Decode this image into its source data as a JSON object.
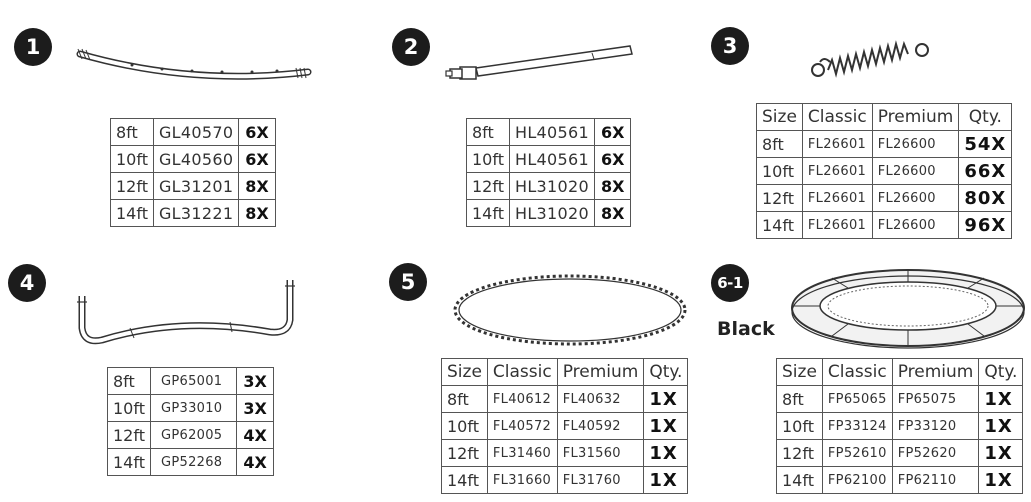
{
  "parts": [
    {
      "badge": "1",
      "rows": [
        {
          "size": "8ft",
          "code": "GL40570",
          "qty": "6X"
        },
        {
          "size": "10ft",
          "code": "GL40560",
          "qty": "6X"
        },
        {
          "size": "12ft",
          "code": "GL31201",
          "qty": "8X"
        },
        {
          "size": "14ft",
          "code": "GL31221",
          "qty": "8X"
        }
      ]
    },
    {
      "badge": "2",
      "rows": [
        {
          "size": "8ft",
          "code": "HL40561",
          "qty": "6X"
        },
        {
          "size": "10ft",
          "code": "HL40561",
          "qty": "6X"
        },
        {
          "size": "12ft",
          "code": "HL31020",
          "qty": "8X"
        },
        {
          "size": "14ft",
          "code": "HL31020",
          "qty": "8X"
        }
      ]
    },
    {
      "badge": "3",
      "headers": {
        "size": "Size",
        "classic": "Classic",
        "premium": "Premium",
        "qty": "Qty."
      },
      "rows": [
        {
          "size": "8ft",
          "classic": "FL26601",
          "premium": "FL26600",
          "qty": "54X"
        },
        {
          "size": "10ft",
          "classic": "FL26601",
          "premium": "FL26600",
          "qty": "66X"
        },
        {
          "size": "12ft",
          "classic": "FL26601",
          "premium": "FL26600",
          "qty": "80X"
        },
        {
          "size": "14ft",
          "classic": "FL26601",
          "premium": "FL26600",
          "qty": "96X"
        }
      ]
    },
    {
      "badge": "4",
      "rows": [
        {
          "size": "8ft",
          "code": "GP65001",
          "qty": "3X"
        },
        {
          "size": "10ft",
          "code": "GP33010",
          "qty": "3X"
        },
        {
          "size": "12ft",
          "code": "GP62005",
          "qty": "4X"
        },
        {
          "size": "14ft",
          "code": "GP52268",
          "qty": "4X"
        }
      ]
    },
    {
      "badge": "5",
      "headers": {
        "size": "Size",
        "classic": "Classic",
        "premium": "Premium",
        "qty": "Qty."
      },
      "rows": [
        {
          "size": "8ft",
          "classic": "FL40612",
          "premium": "FL40632",
          "qty": "1X"
        },
        {
          "size": "10ft",
          "classic": "FL40572",
          "premium": "FL40592",
          "qty": "1X"
        },
        {
          "size": "12ft",
          "classic": "FL31460",
          "premium": "FL31560",
          "qty": "1X"
        },
        {
          "size": "14ft",
          "classic": "FL31660",
          "premium": "FL31760",
          "qty": "1X"
        }
      ]
    },
    {
      "badge": "6-1",
      "color_label": "Black",
      "headers": {
        "size": "Size",
        "classic": "Classic",
        "premium": "Premium",
        "qty": "Qty."
      },
      "rows": [
        {
          "size": "8ft",
          "classic": "FP65065",
          "premium": "FP65075",
          "qty": "1X"
        },
        {
          "size": "10ft",
          "classic": "FP33124",
          "premium": "FP33120",
          "qty": "1X"
        },
        {
          "size": "12ft",
          "classic": "FP52610",
          "premium": "FP52620",
          "qty": "1X"
        },
        {
          "size": "14ft",
          "classic": "FP62100",
          "premium": "FP62110",
          "qty": "1X"
        }
      ]
    }
  ]
}
